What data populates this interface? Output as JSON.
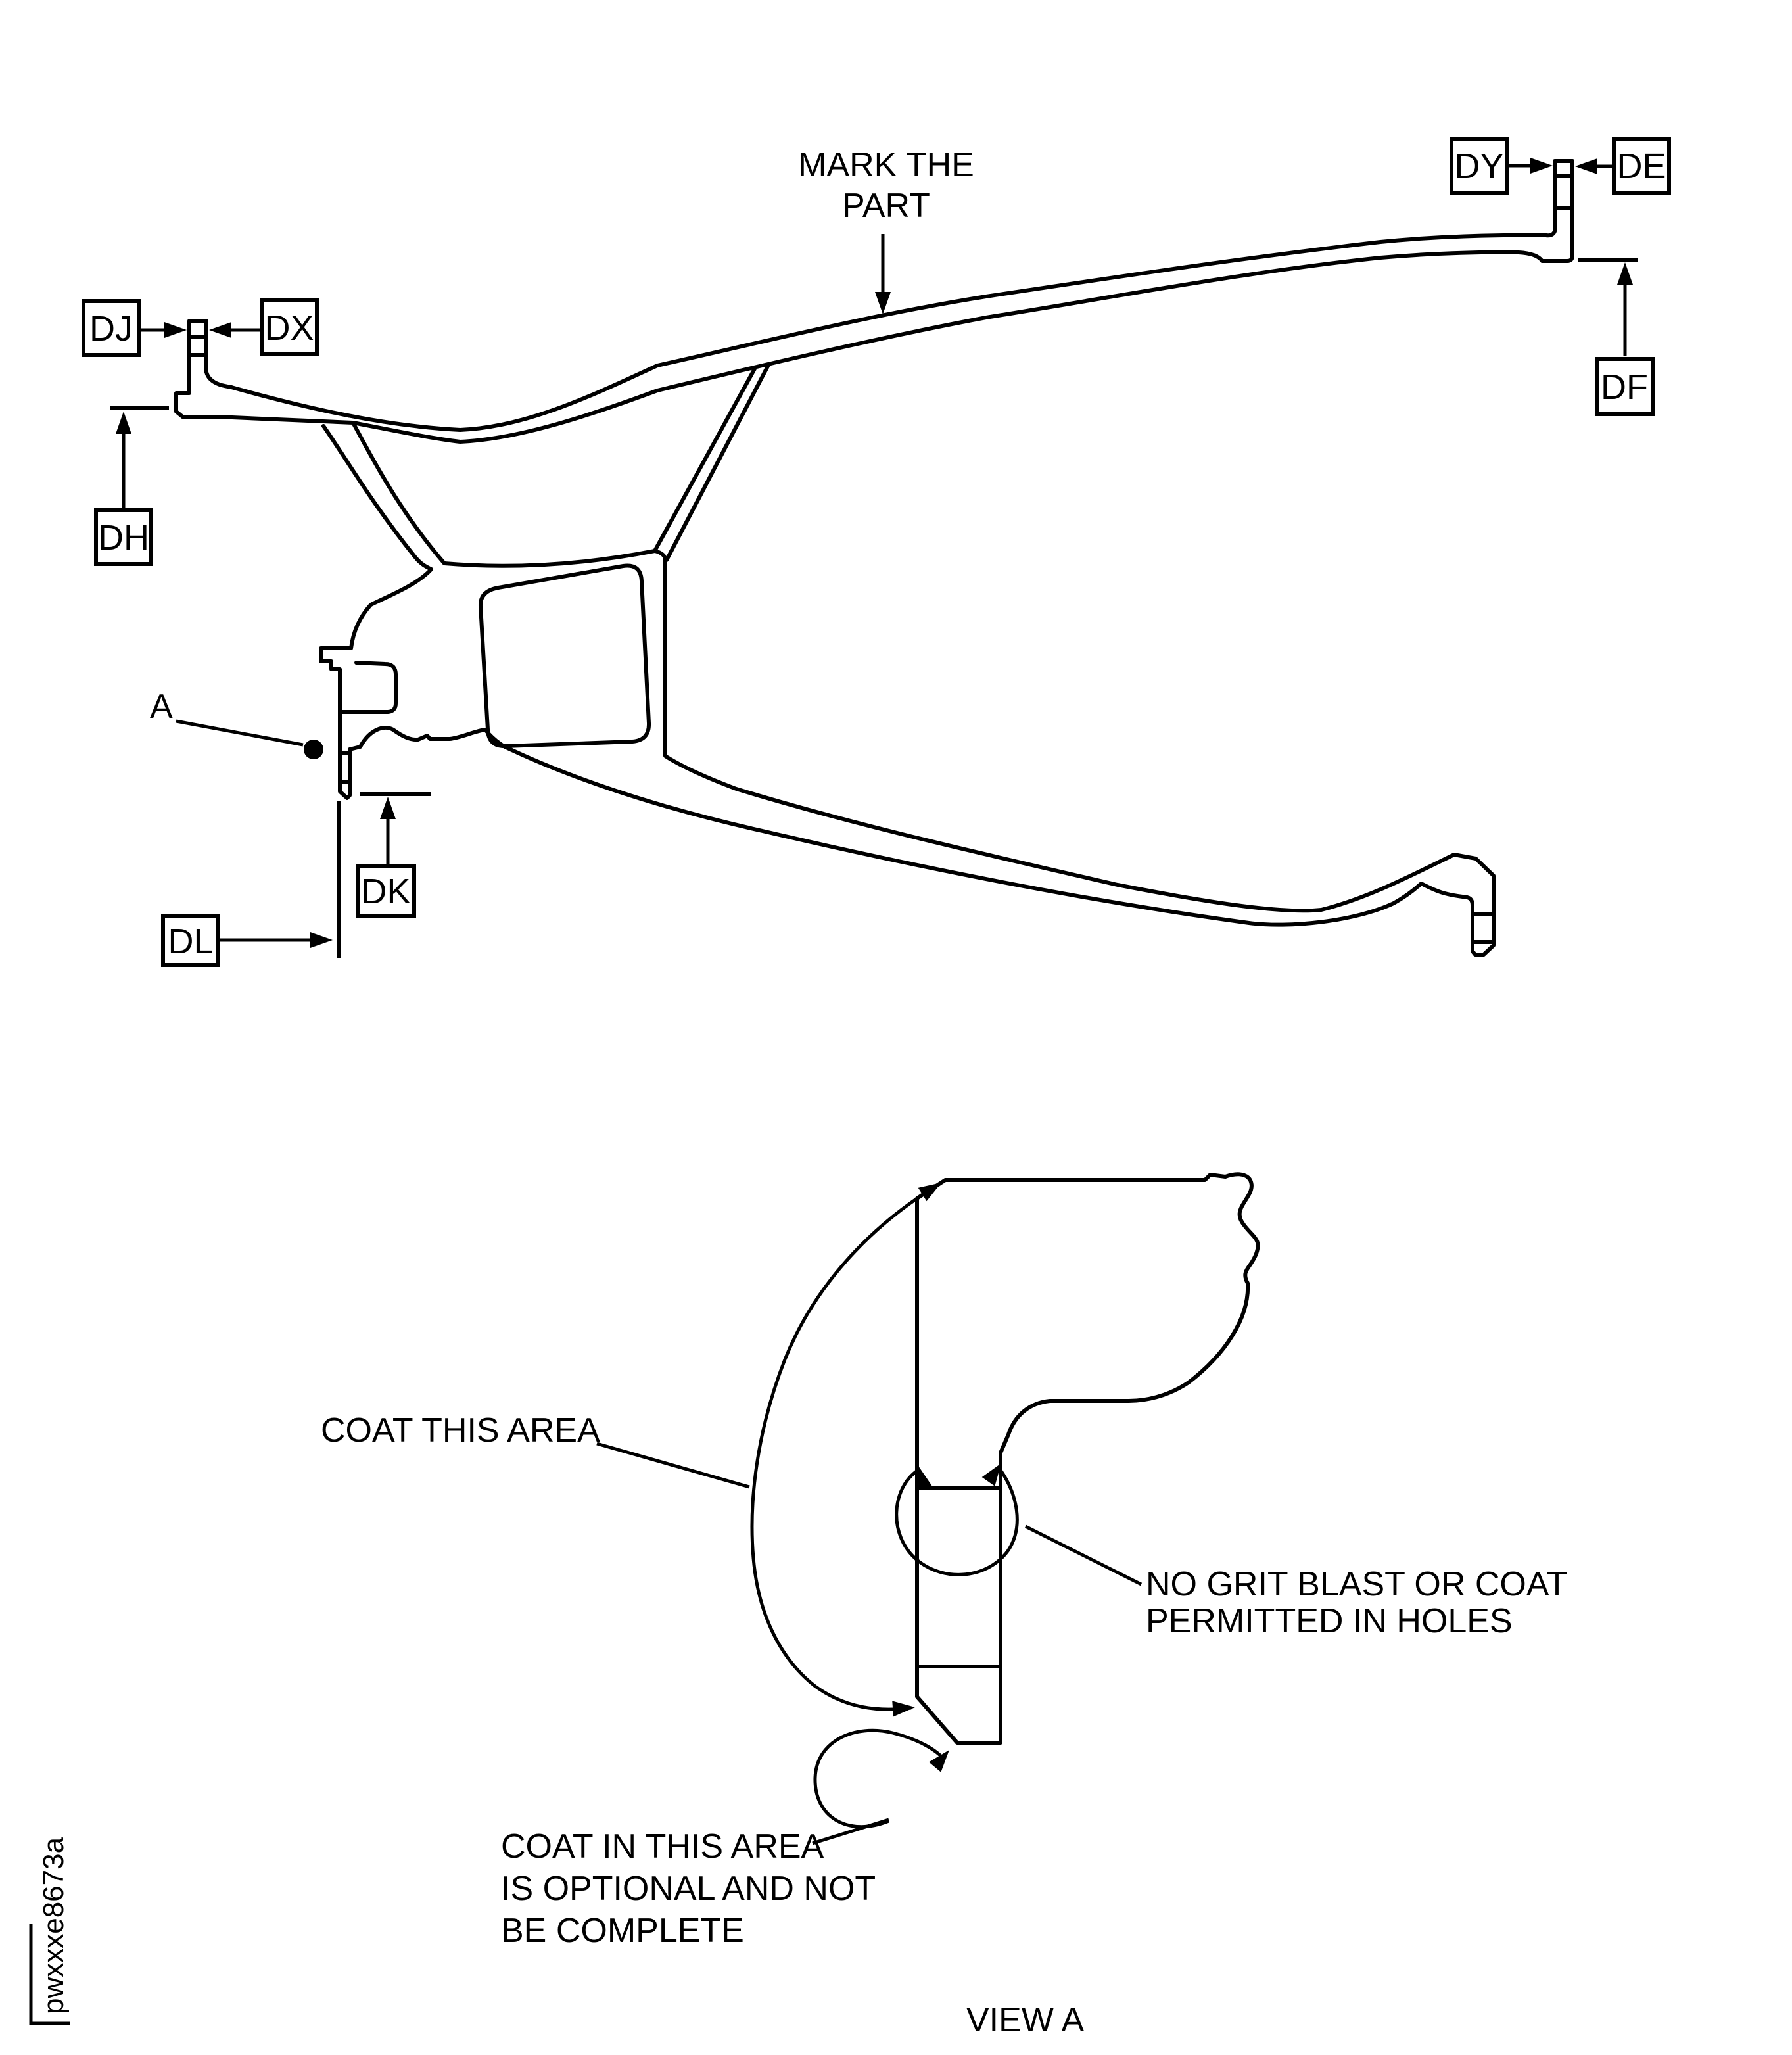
{
  "colors": {
    "line": "#000000",
    "background": "#ffffff"
  },
  "upper_view": {
    "mark_label_line1": "MARK THE",
    "mark_label_line2": "PART",
    "detail_marker": "A",
    "datum_boxes": {
      "dj": "DJ",
      "dx": "DX",
      "dh": "DH",
      "dk": "DK",
      "dl": "DL",
      "dy": "DY",
      "de": "DE",
      "df": "DF"
    }
  },
  "detail_view": {
    "coat_area_label": "COAT THIS AREA",
    "no_grit_line1": "NO GRIT BLAST OR COAT",
    "no_grit_line2": "PERMITTED IN HOLES",
    "optional_coat_line1": "COAT IN THIS AREA",
    "optional_coat_line2": "IS OPTIONAL AND NOT",
    "optional_coat_line3": "BE COMPLETE",
    "caption": "VIEW A"
  },
  "footer": {
    "drawing_id": "pwxxxe8673a"
  }
}
